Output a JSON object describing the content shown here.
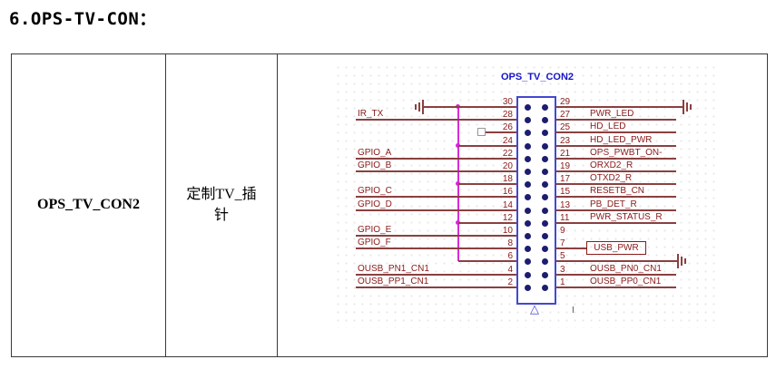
{
  "heading": "6.OPS-TV-CON：",
  "table": {
    "connector_name": "OPS_TV_CON2",
    "connector_desc": "定制TV_插针"
  },
  "schematic": {
    "title": "OPS_TV_CON2",
    "bottom_mark": "I",
    "colors": {
      "wire": "#8a4040",
      "net_label": "#8a1a1a",
      "connector_outline": "#4348d0",
      "connector_title": "#1515c8",
      "junction": "#e020e0",
      "pin_fill": "#1d1d70"
    },
    "rows": [
      {
        "ln": "30",
        "rn": "29"
      },
      {
        "ln": "28",
        "rn": "27",
        "ll": "IR_TX",
        "rl": "PWR_LED"
      },
      {
        "ln": "26",
        "rn": "25",
        "rl": "HD_LED"
      },
      {
        "ln": "24",
        "rn": "23",
        "rl": "HD_LED_PWR"
      },
      {
        "ln": "22",
        "rn": "21",
        "ll": "GPIO_A",
        "rl": "OPS_PWBT_ON-"
      },
      {
        "ln": "20",
        "rn": "19",
        "ll": "GPIO_B",
        "rl": "ORXD2_R"
      },
      {
        "ln": "18",
        "rn": "17",
        "rl": "OTXD2_R"
      },
      {
        "ln": "16",
        "rn": "15",
        "ll": "GPIO_C",
        "rl": "RESETB_CN"
      },
      {
        "ln": "14",
        "rn": "13",
        "ll": "GPIO_D",
        "rl": "PB_DET_R"
      },
      {
        "ln": "12",
        "rn": "11",
        "rl": "PWR_STATUS_R"
      },
      {
        "ln": "10",
        "rn": "9",
        "ll": "GPIO_E"
      },
      {
        "ln": "8",
        "rn": "7",
        "ll": "GPIO_F",
        "rl": "USB_PWR"
      },
      {
        "ln": "6",
        "rn": "5"
      },
      {
        "ln": "4",
        "rn": "3",
        "ll": "OUSB_PN1_CN1",
        "rl": "OUSB_PN0_CN1"
      },
      {
        "ln": "2",
        "rn": "1",
        "ll": "OUSB_PP1_CN1",
        "rl": "OUSB_PP0_CN1"
      }
    ]
  }
}
